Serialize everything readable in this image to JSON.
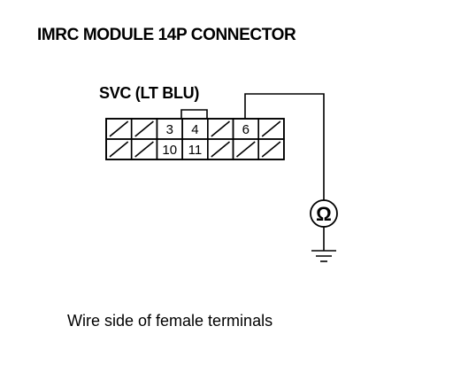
{
  "title": "IMRC MODULE 14P CONNECTOR",
  "svc_label": "SVC (LT BLU)",
  "caption": "Wire side of female terminals",
  "connector": {
    "top_row": [
      "",
      "",
      "3",
      "4",
      "",
      "6",
      ""
    ],
    "bottom_row": [
      "",
      "",
      "10",
      "11",
      "",
      "",
      ""
    ]
  },
  "meter_symbol": "Ω"
}
